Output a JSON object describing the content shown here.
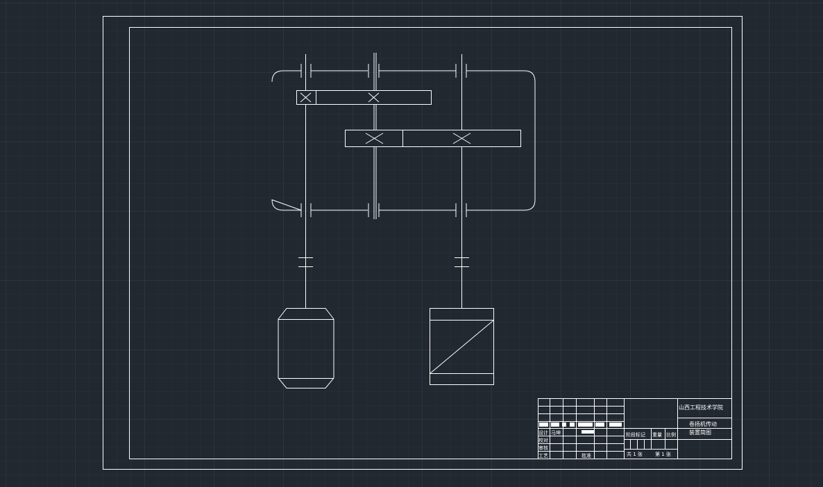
{
  "colors": {
    "background": "#212830",
    "grid_minor": "#2a323c",
    "grid_major": "#37404b",
    "line": "#ffffff"
  },
  "title_block": {
    "school": "山西工程技术学院",
    "drawing_title_line1": "卷扬机传动",
    "drawing_title_line2": "装置简图",
    "roles": [
      "设计",
      "校对",
      "审核",
      "工艺"
    ],
    "designer_name": "马坤",
    "approve_label": "批准",
    "stage_mark_label": "阶段标记",
    "weight_label": "重量",
    "scale_label": "比例",
    "sheet_total": "共 1 张",
    "sheet_number": "第 1 张"
  }
}
